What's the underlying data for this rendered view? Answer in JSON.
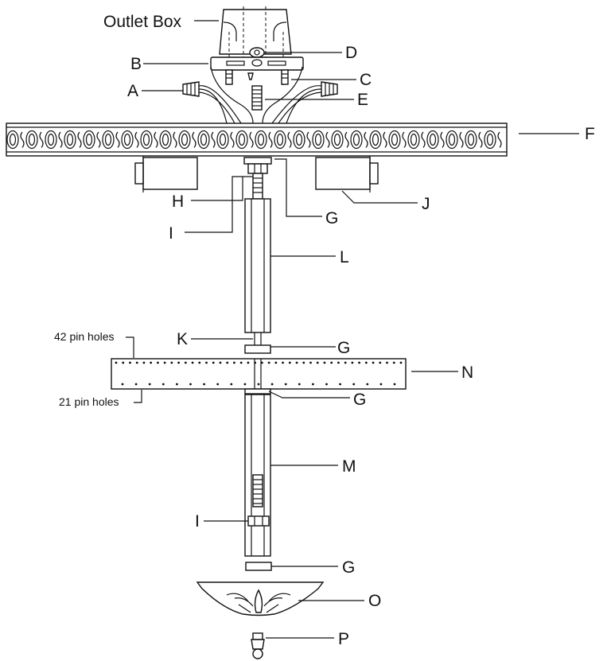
{
  "labels": {
    "outlet_box": "Outlet Box",
    "a": "A",
    "b": "B",
    "c": "C",
    "d": "D",
    "e": "E",
    "f": "F",
    "g1": "G",
    "g2": "G",
    "g3": "G",
    "g4": "G",
    "h": "H",
    "i1": "I",
    "i2": "I",
    "j": "J",
    "k": "K",
    "l": "L",
    "m": "M",
    "n": "N",
    "o": "O",
    "p": "P",
    "pin_holes_top": "42 pin holes",
    "pin_holes_bottom": "21 pin holes"
  }
}
